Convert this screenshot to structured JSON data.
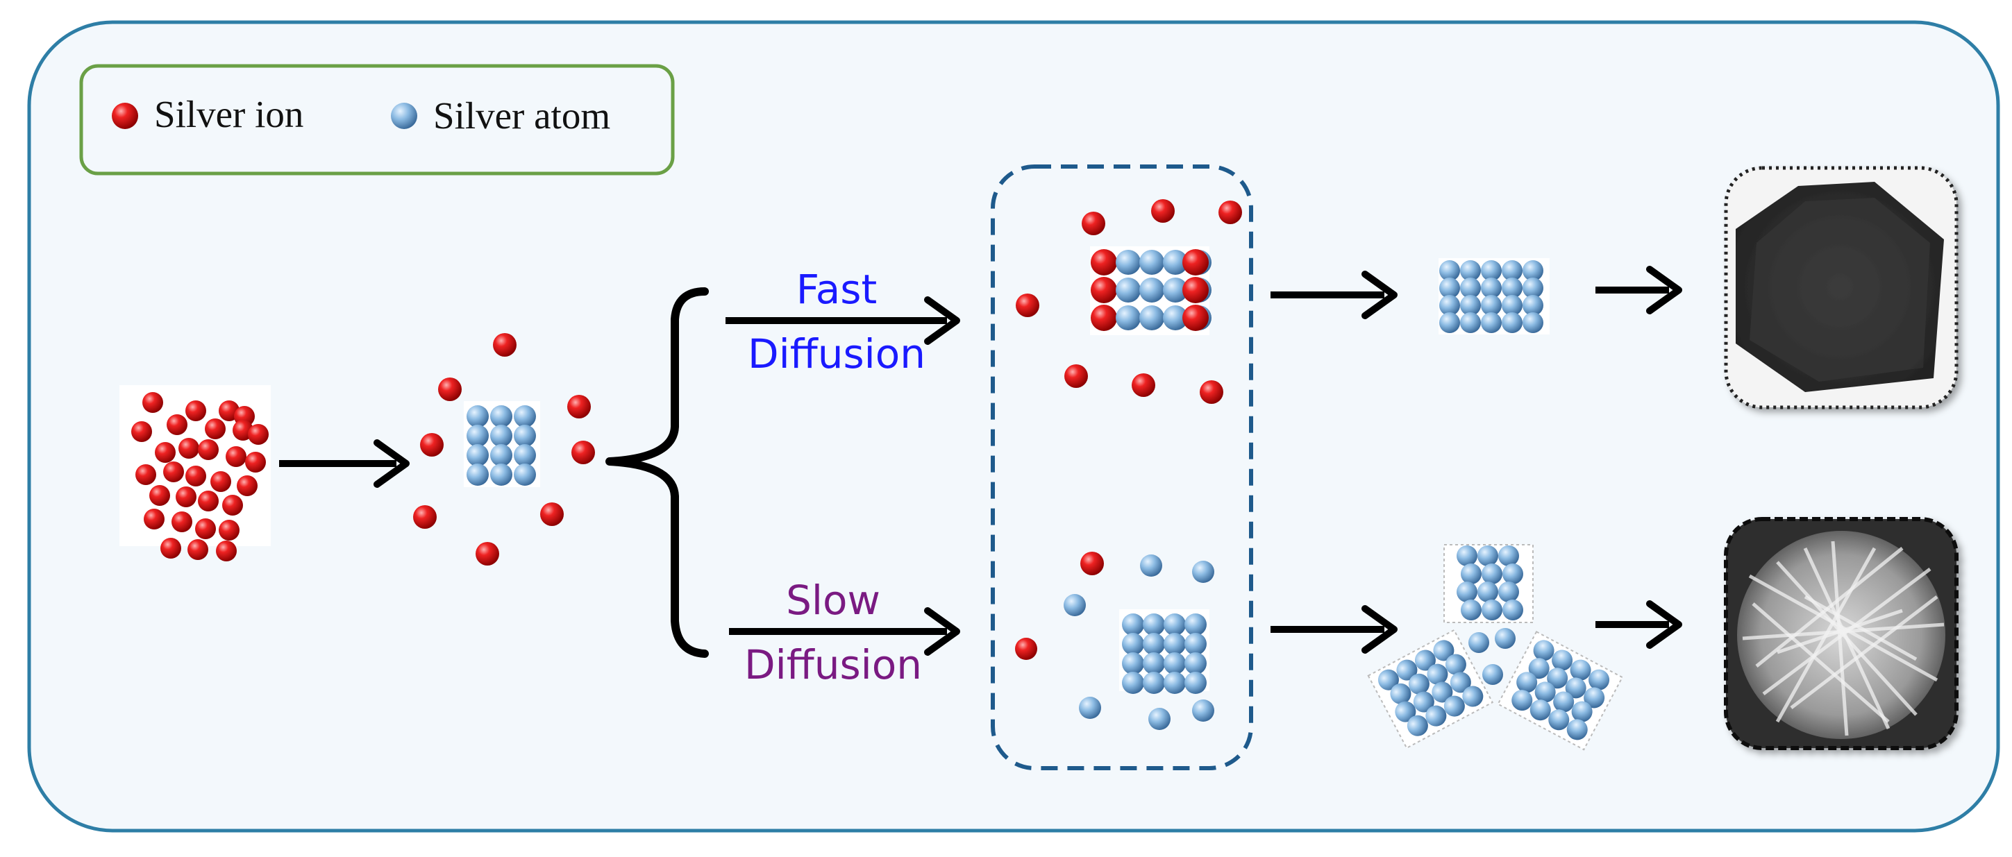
{
  "legend": {
    "ion_label": "Silver ion",
    "atom_label": "Silver atom"
  },
  "paths": {
    "fast": {
      "line1": "Fast",
      "line2": "Diffusion",
      "color": "#1a1aff"
    },
    "slow": {
      "line1": "Slow",
      "line2": "Diffusion",
      "color": "#7a1a82"
    }
  },
  "colors": {
    "ion": "#e01a1a",
    "atom": "#8ab8e0",
    "panel_border": "#2e7ea6",
    "legend_border": "#6aa046",
    "dashed_box": "#1e5a8c",
    "panel_bg": "#f3f8fc"
  },
  "images": {
    "top": "dark-pentagon-crystal-image",
    "bottom": "sem-flower-crystal-image"
  }
}
